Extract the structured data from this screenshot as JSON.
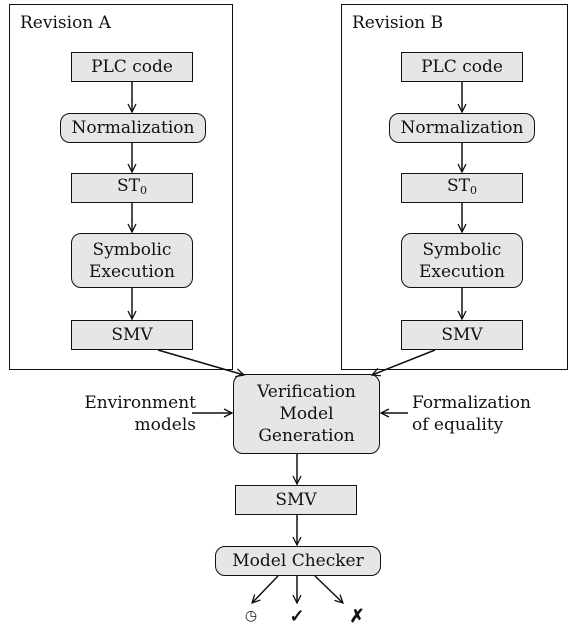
{
  "revision_a": {
    "title": "Revision A",
    "plc_code": "PLC code",
    "normalization": "Normalization",
    "st_main": "ST",
    "st_sub": "0",
    "symbolic_line1": "Symbolic",
    "symbolic_line2": "Execution",
    "smv": "SMV"
  },
  "revision_b": {
    "title": "Revision B",
    "plc_code": "PLC code",
    "normalization": "Normalization",
    "st_main": "ST",
    "st_sub": "0",
    "symbolic_line1": "Symbolic",
    "symbolic_line2": "Execution",
    "smv": "SMV"
  },
  "verification": {
    "line1": "Verification",
    "line2": "Model",
    "line3": "Generation"
  },
  "environment": {
    "line1": "Environment",
    "line2": "models"
  },
  "formalization": {
    "line1": "Formalization",
    "line2": "of equality"
  },
  "combined_smv": "SMV",
  "model_checker": "Model Checker",
  "results": {
    "timeout": "◷",
    "success": "✓",
    "failure": "✗"
  }
}
